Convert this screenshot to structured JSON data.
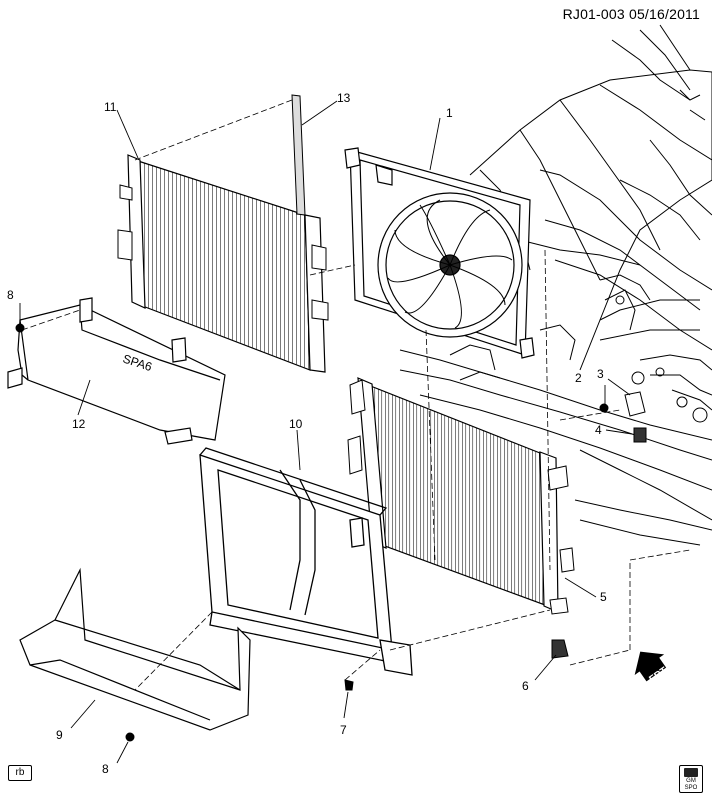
{
  "header": {
    "code_date": "RJ01-003  05/16/2011"
  },
  "callouts": [
    "1",
    "2",
    "3",
    "4",
    "5",
    "6",
    "7",
    "8",
    "8",
    "9",
    "10",
    "11",
    "12",
    "13"
  ],
  "part_text": {
    "shroud_text": "SPA6"
  },
  "direction_label": "FRT",
  "footer": {
    "tag": "rb",
    "logo_line1": "GM",
    "logo_line2": "SPO"
  }
}
